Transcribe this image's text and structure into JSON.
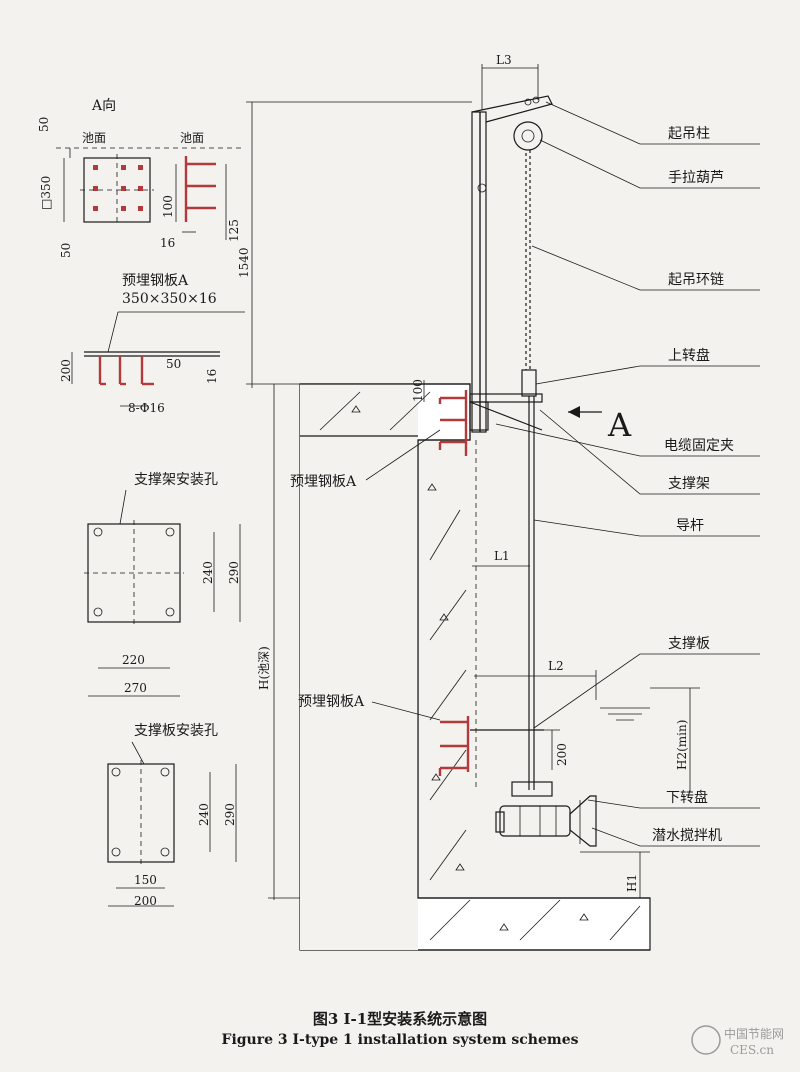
{
  "view_a": {
    "title": "A向",
    "pool_surface_1": "池面",
    "pool_surface_2": "池面"
  },
  "view_a_dims": {
    "d50_top": "50",
    "d350": "□350",
    "d50_bottom": "50",
    "d100": "100",
    "d16": "16",
    "d125": "125"
  },
  "embedded_plate": {
    "title": "预埋钢板A",
    "size": "350×350×16",
    "d200": "200",
    "d50": "50",
    "d16": "16",
    "holes": "8-Φ16"
  },
  "support_frame_holes": {
    "title": "支撑架安装孔",
    "d240": "240",
    "d290": "290",
    "d220": "220",
    "d270": "270"
  },
  "support_plate_holes": {
    "title": "支撑板安装孔",
    "d240": "240",
    "d290": "290",
    "d150": "150",
    "d200": "200"
  },
  "main_dims": {
    "L3": "L3",
    "d1540": "1540",
    "d100": "100",
    "H": "H(池深)",
    "L1": "L1",
    "L2": "L2",
    "d200": "200",
    "H2": "H2(min)",
    "H1": "H1"
  },
  "side_labels": {
    "embedded_plate_upper": "预埋钢板A",
    "embedded_plate_lower": "预埋钢板A",
    "direction_A": "A"
  },
  "callouts": [
    "起吊柱",
    "手拉葫芦",
    "起吊环链",
    "上转盘",
    "电缆固定夹",
    "支撑架",
    "导杆",
    "支撑板",
    "下转盘",
    "潜水搅拌机"
  ],
  "caption": {
    "zh": "图3 Ⅰ-1型安装系统示意图",
    "en": "Figure 3 Ⅰ-type 1 installation system schemes"
  },
  "watermark": {
    "line1": "中国节能网",
    "line2": "CES.cn"
  }
}
